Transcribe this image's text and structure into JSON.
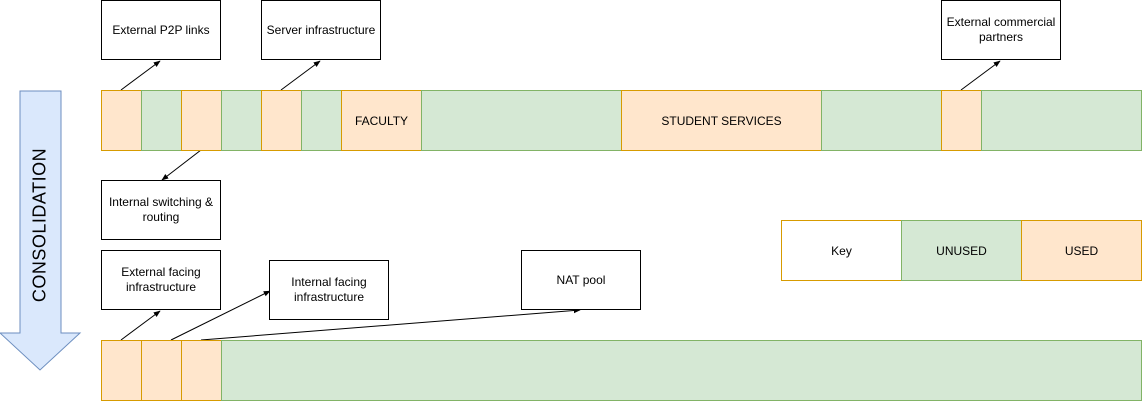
{
  "labels": {
    "p2p": "External P2P links",
    "server": "Server infrastructure",
    "commercial": "External commercial partners",
    "switching": "Internal switching & routing",
    "external_facing": "External facing infrastructure",
    "internal_facing": "Internal facing infrastructure",
    "nat": "NAT pool"
  },
  "top_bar": {
    "faculty": "FACULTY",
    "student_services": "STUDENT SERVICES"
  },
  "consolidation": "CONSOLIDATION",
  "key": {
    "title": "Key",
    "unused": "UNUSED",
    "used": "USED"
  },
  "colors": {
    "used_fill": "#ffe6cc",
    "used_stroke": "#d79b00",
    "unused_fill": "#d5e8d4",
    "unused_stroke": "#82b366",
    "arrow_fill": "#dae8fc",
    "arrow_stroke": "#6c8ebf"
  }
}
